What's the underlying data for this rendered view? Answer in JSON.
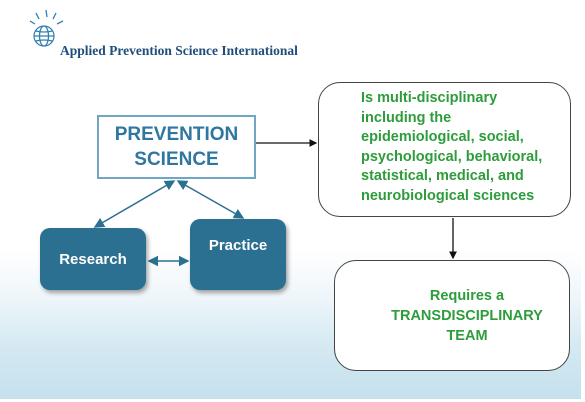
{
  "brand": {
    "org_name": "Applied Prevention Science International",
    "logo_icon": "sunrise-globe-icon"
  },
  "diagram": {
    "prevention_science": {
      "line1": "PREVENTION",
      "line2": "SCIENCE"
    },
    "research": "Research",
    "practice": "Practice",
    "multidisciplinary": {
      "line1": "Is multi-disciplinary",
      "line2": "including the",
      "line3": "epidemiological, social,",
      "line4": "psychological, behavioral,",
      "line5": "statistical, medical, and",
      "line6": "neurobiological sciences"
    },
    "team": {
      "line1": "Requires a",
      "line2": "TRANSDISCIPLINARY",
      "line3": "TEAM"
    }
  },
  "colors": {
    "title_blue": "#2f76a0",
    "box_teal": "#2b6f91",
    "text_green": "#2d9c3b",
    "org_navy": "#1f4e7a"
  }
}
